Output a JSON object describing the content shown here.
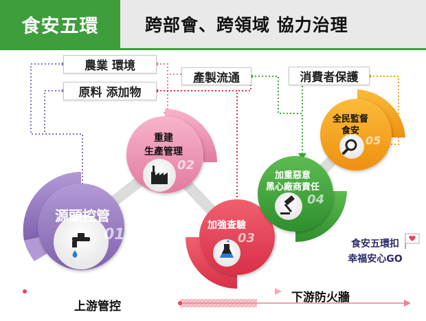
{
  "header": {
    "title": "食安五環",
    "subtitle": "跨部會、跨領域  協力治理"
  },
  "labels": {
    "agri_env": "農業 環境",
    "materials": "原料 添加物",
    "production": "產製流通",
    "consumer": "消費者保護"
  },
  "rings": [
    {
      "line1": "源頭控管",
      "line2": "",
      "number": "01",
      "icon": "water-faucet-icon",
      "color": "#9b7fc0"
    },
    {
      "line1": "重建",
      "line2": "生產管理",
      "number": "02",
      "icon": "factory-icon",
      "color": "#ee8fb0"
    },
    {
      "line1": "加強查驗",
      "line2": "",
      "number": "03",
      "icon": "lab-flask-icon",
      "color": "#e8435a"
    },
    {
      "line1": "加重惡意",
      "line2": "黑心廠商責任",
      "number": "04",
      "icon": "gavel-icon",
      "color": "#3da63a"
    },
    {
      "line1": "全民監督",
      "line2": "食安",
      "number": "05",
      "icon": "magnifier-icon",
      "color": "#f5a01a"
    }
  ],
  "tagline": {
    "line1": "食安五環扣",
    "line2": "幸福安心GO"
  },
  "bottom": {
    "upstream": "上游管控",
    "downstream": "下游防火牆"
  },
  "colors": {
    "green": "#3e9e3c",
    "purple": "#9b7fc0",
    "pink": "#ee8fb0",
    "red": "#e8435a",
    "orange": "#f5a01a",
    "navy": "#2b2b6a"
  }
}
